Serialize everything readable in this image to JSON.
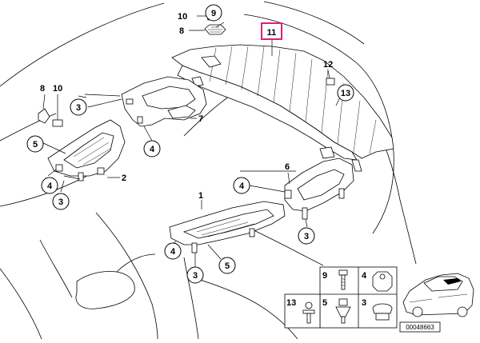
{
  "callouts": {
    "c9": "9",
    "c3_left": "3",
    "c5_left": "5",
    "c4_left": "4",
    "c3_left_bottom": "3",
    "c4_center": "4",
    "c13": "13",
    "c4_mid": "4",
    "c3_right": "3",
    "c4_lower": "4",
    "c5_lower": "5",
    "c3_lower": "3"
  },
  "labels": {
    "l10_top": "10",
    "l8_top": "8",
    "l12": "12",
    "l8_left": "8",
    "l10_left": "10",
    "l7": "7",
    "l2": "2",
    "l6": "6",
    "l1": "1"
  },
  "highlight": {
    "label": "11",
    "color": "#d6237a"
  },
  "hardware_grid": {
    "cells": [
      "9",
      "4",
      "13",
      "5",
      "3"
    ]
  },
  "reference_number": "00048663"
}
